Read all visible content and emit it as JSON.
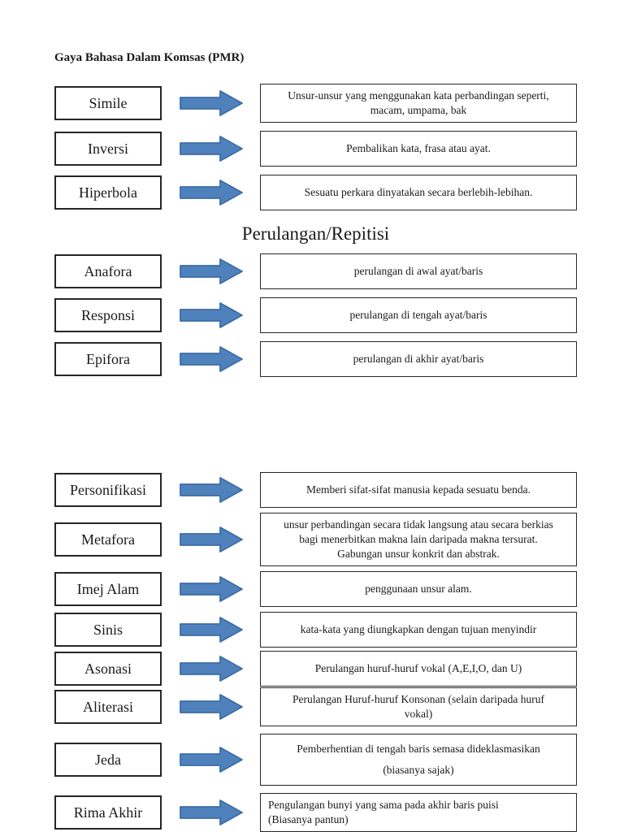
{
  "page": {
    "title": "Gaya Bahasa Dalam Komsas (PMR)"
  },
  "colors": {
    "arrow_fill": "#4f81bd",
    "arrow_border": "#3d6da5",
    "box_border": "#262626",
    "text": "#1a1a1a"
  },
  "icons": {
    "arrow": "right-arrow-icon"
  },
  "sections": [
    {
      "heading": "",
      "rows": [
        {
          "term": "Simile",
          "desc": "Unsur-unsur yang menggunakan kata perbandingan seperti,\nmacam, umpama, bak"
        },
        {
          "term": "Inversi",
          "desc": "Pembalikan kata, frasa atau ayat."
        },
        {
          "term": "Hiperbola",
          "desc": "Sesuatu perkara dinyatakan secara berlebih-lebihan."
        }
      ]
    },
    {
      "heading": "Perulangan/Repitisi",
      "rows": [
        {
          "term": "Anafora",
          "desc": "perulangan di awal ayat/baris"
        },
        {
          "term": "Responsi",
          "desc": "perulangan di tengah ayat/baris"
        },
        {
          "term": "Epifora",
          "desc": "perulangan di akhir ayat/baris"
        }
      ]
    },
    {
      "heading": "",
      "rows": [
        {
          "term": "Personifikasi",
          "desc": "Memberi sifat-sifat manusia kepada sesuatu benda."
        },
        {
          "term": "Metafora",
          "desc": "unsur perbandingan secara tidak langsung atau secara berkias\nbagi menerbitkan makna lain daripada makna tersurat.\nGabungan unsur konkrit dan abstrak."
        },
        {
          "term": "Imej Alam",
          "desc": "penggunaan unsur alam."
        },
        {
          "term": "Sinis",
          "desc": "kata-kata yang diungkapkan dengan tujuan menyindir"
        },
        {
          "term": "Asonasi",
          "desc": "Perulangan huruf-huruf  vokal (A,E,I,O, dan U)"
        },
        {
          "term": "Aliterasi",
          "desc": "Perulangan Huruf-huruf Konsonan (selain daripada huruf\nvokal)"
        },
        {
          "term": "Jeda",
          "desc": "Pemberhentian di tengah baris semasa dideklasmasikan\n(biasanya sajak)"
        },
        {
          "term": "Rima Akhir",
          "desc": "Pengulangan bunyi yang sama pada akhir baris puisi\n(Biasanya pantun)"
        }
      ]
    }
  ]
}
